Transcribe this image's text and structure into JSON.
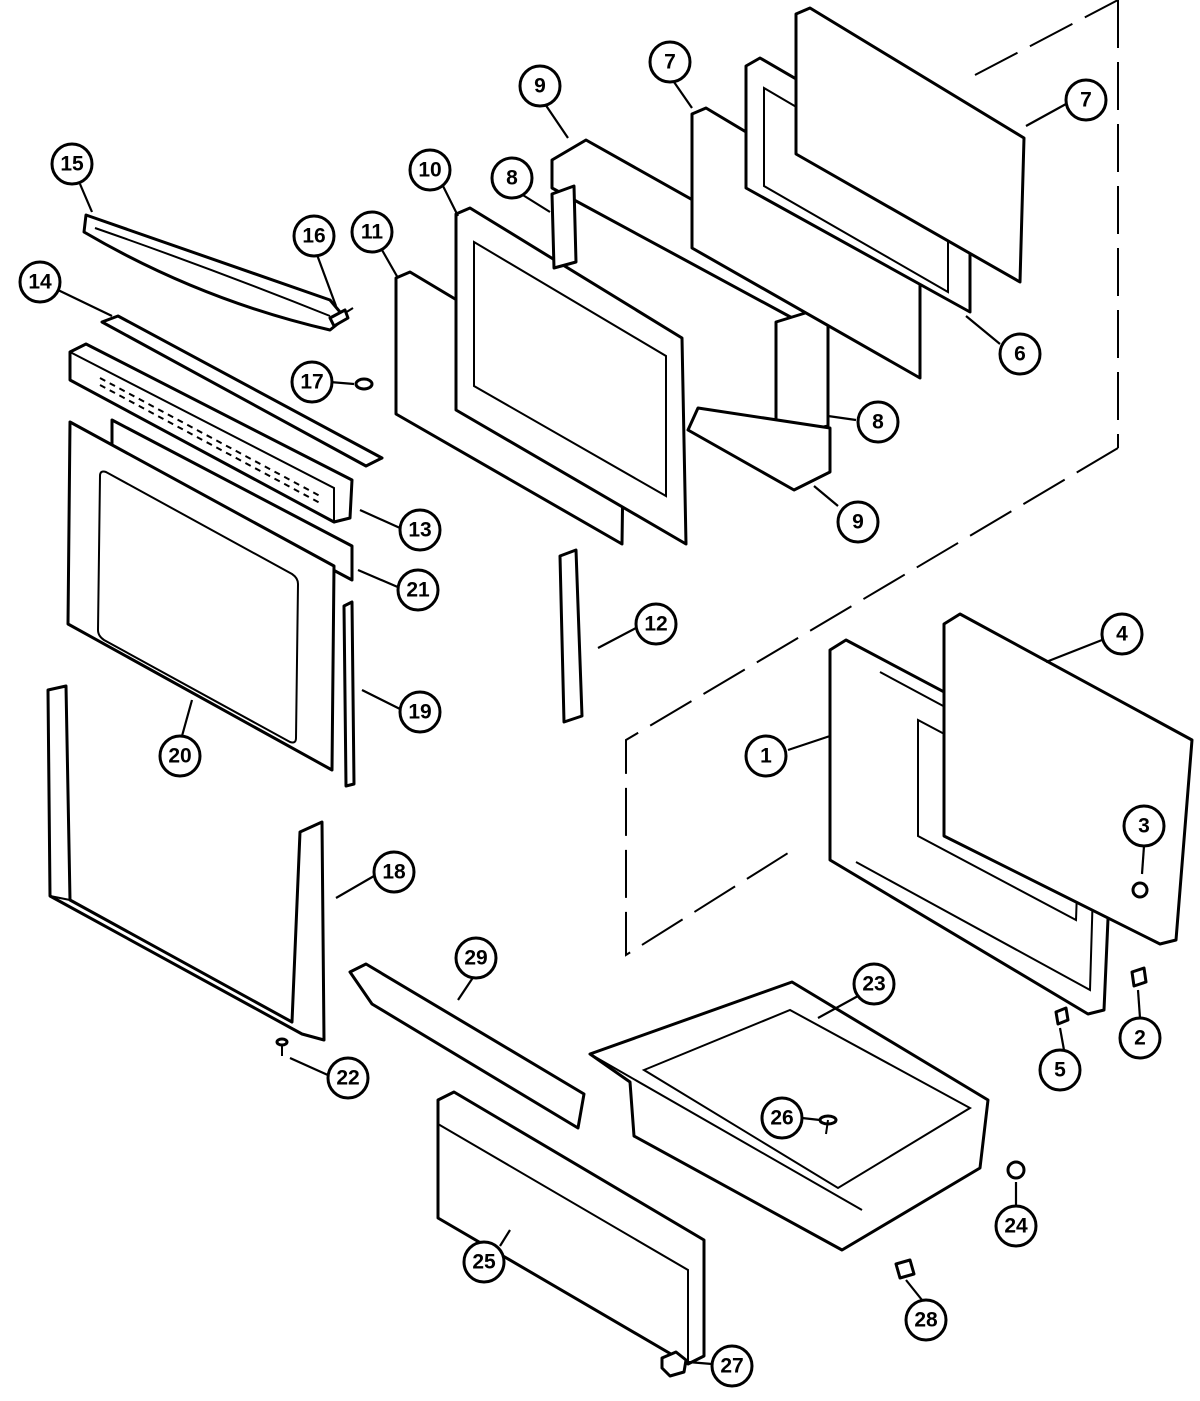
{
  "callouts": [
    {
      "id": "c15a",
      "label": "15"
    },
    {
      "id": "c14a",
      "label": "14"
    },
    {
      "id": "c16a",
      "label": "16"
    },
    {
      "id": "c17a",
      "label": "17"
    },
    {
      "id": "c13a",
      "label": "13"
    },
    {
      "id": "c21a",
      "label": "21"
    },
    {
      "id": "c19a",
      "label": "19"
    },
    {
      "id": "c20a",
      "label": "20"
    },
    {
      "id": "c18a",
      "label": "18"
    },
    {
      "id": "c22a",
      "label": "22"
    },
    {
      "id": "c29a",
      "label": "29"
    },
    {
      "id": "c25a",
      "label": "25"
    },
    {
      "id": "c27a",
      "label": "27"
    },
    {
      "id": "c10a",
      "label": "10"
    },
    {
      "id": "c11a",
      "label": "11"
    },
    {
      "id": "c12a",
      "label": "12"
    },
    {
      "id": "c8a",
      "label": "8"
    },
    {
      "id": "c9a",
      "label": "9"
    },
    {
      "id": "c7a",
      "label": "7"
    },
    {
      "id": "c7b",
      "label": "7"
    },
    {
      "id": "c6a",
      "label": "6"
    },
    {
      "id": "c8b",
      "label": "8"
    },
    {
      "id": "c9b",
      "label": "9"
    },
    {
      "id": "c4a",
      "label": "4"
    },
    {
      "id": "c1a",
      "label": "1"
    },
    {
      "id": "c3a",
      "label": "3"
    },
    {
      "id": "c2a",
      "label": "2"
    },
    {
      "id": "c5a",
      "label": "5"
    },
    {
      "id": "c23a",
      "label": "23"
    },
    {
      "id": "c26a",
      "label": "26"
    },
    {
      "id": "c24a",
      "label": "24"
    },
    {
      "id": "c28a",
      "label": "28"
    }
  ]
}
